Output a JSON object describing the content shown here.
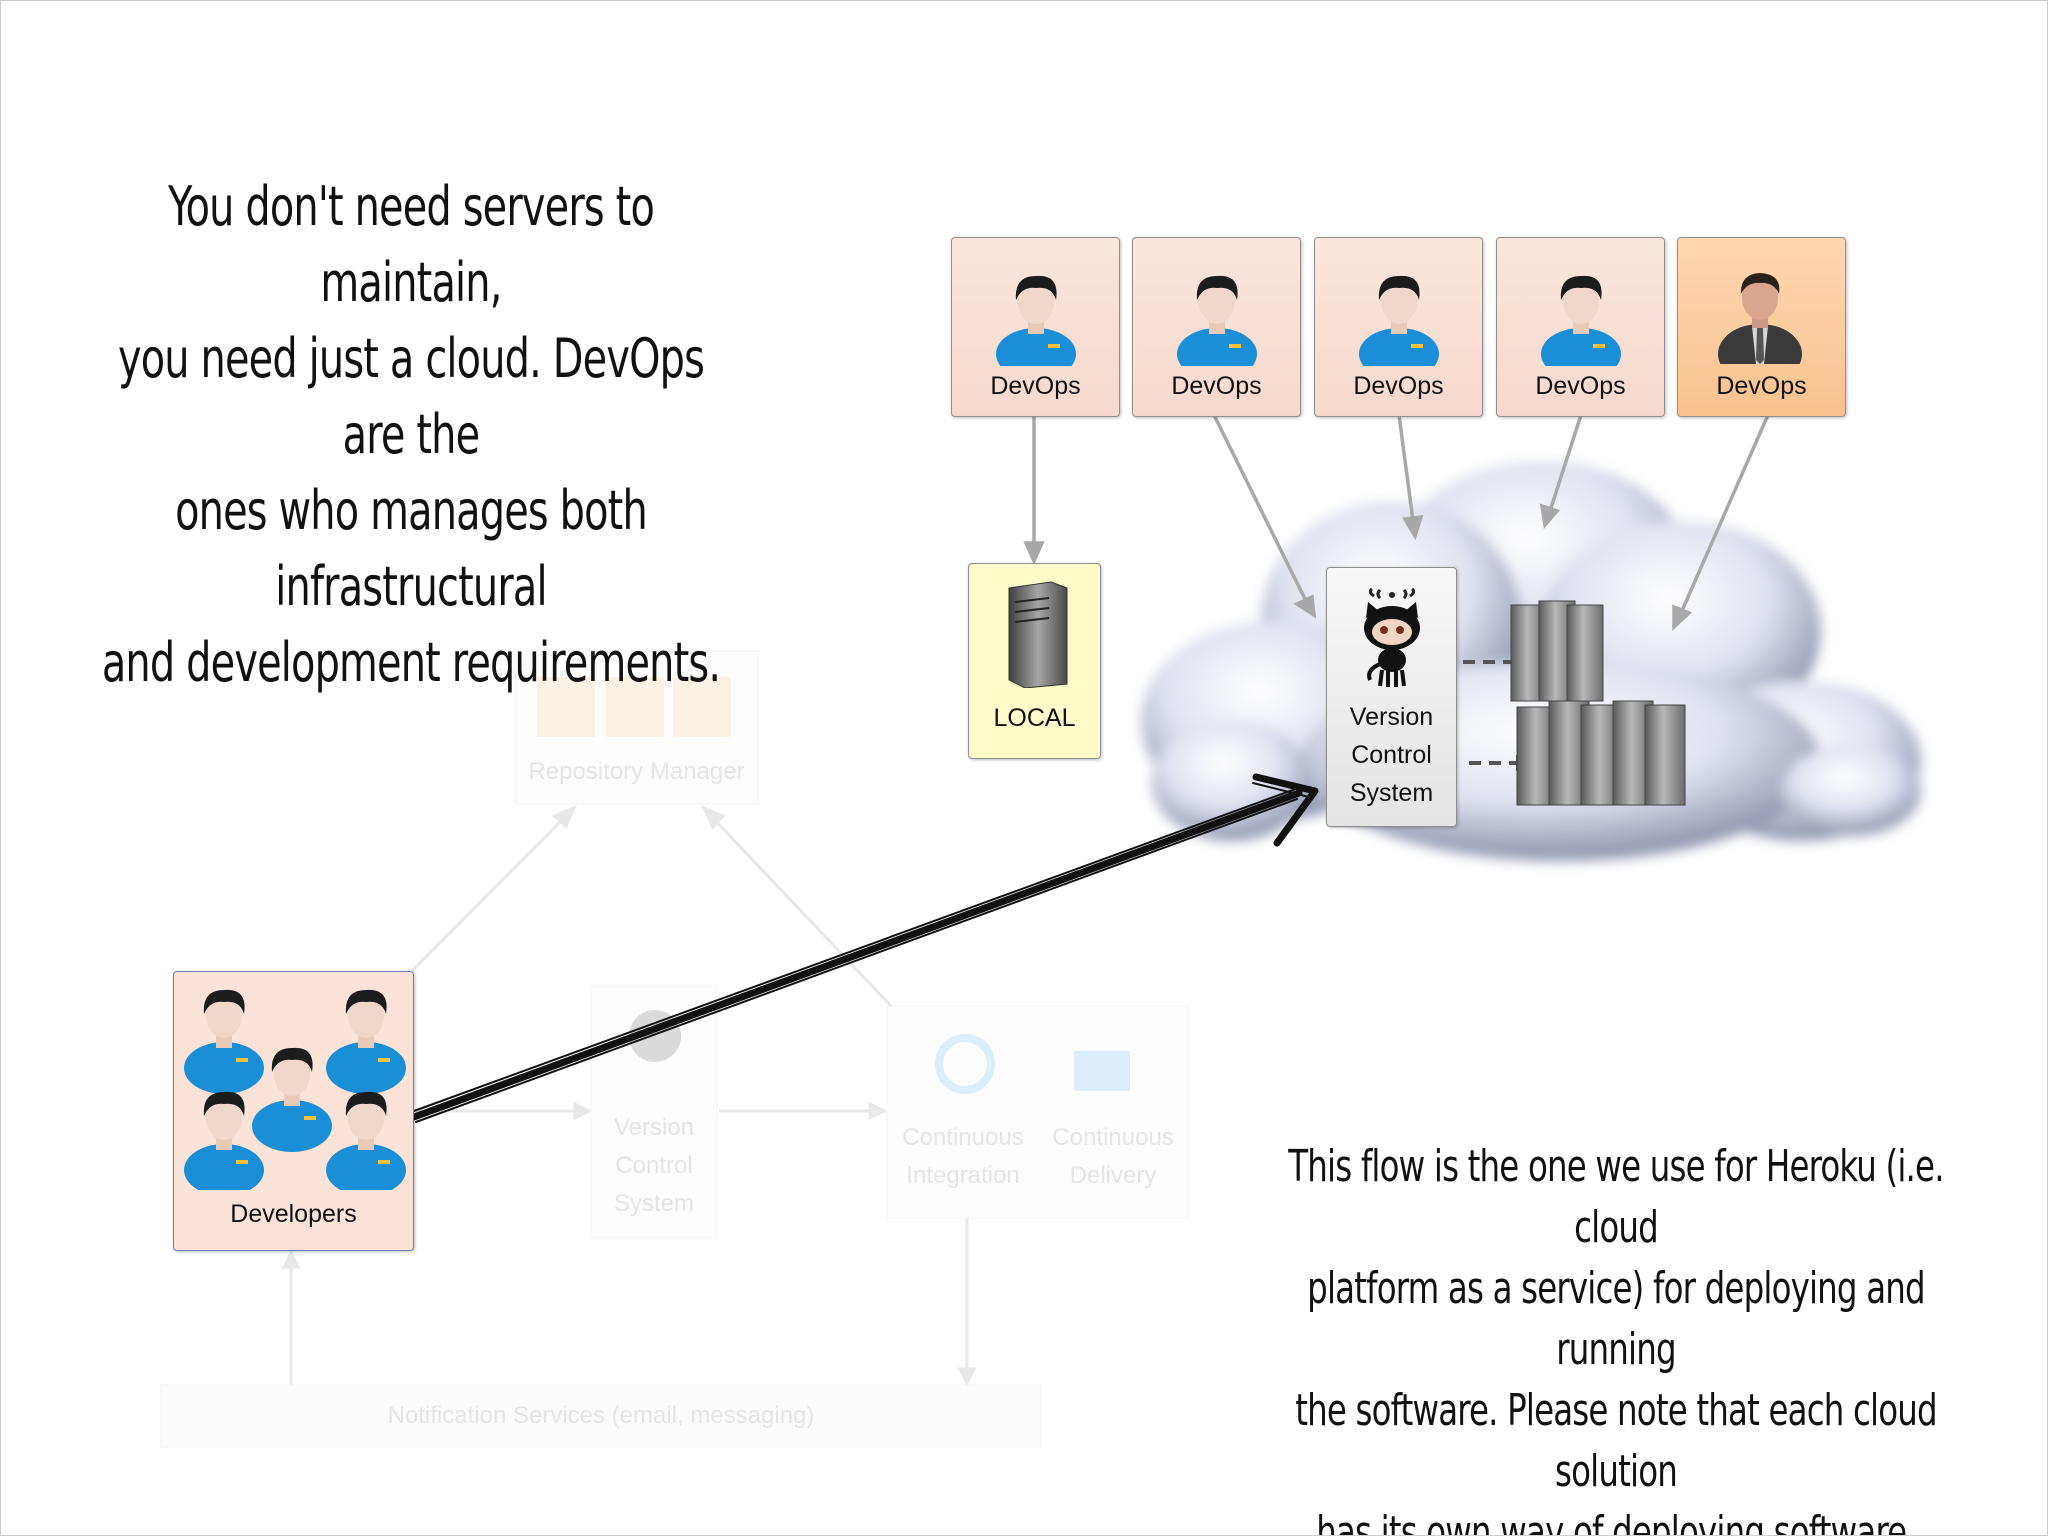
{
  "intro_text": {
    "line1": "You don't need servers to maintain,",
    "line2": "you need just a cloud. DevOps are the",
    "line3": "ones who manages both infrastructural",
    "line4": "and development requirements."
  },
  "caption_text": {
    "line1": "This flow is the one we use for Heroku (i.e. cloud",
    "line2": "platform as a service) for deploying and running",
    "line3": "the software. Please note that each cloud solution",
    "line4": "has its own way of deploying software."
  },
  "devops_cards": [
    {
      "label": "DevOps",
      "icon": "developer-person-icon"
    },
    {
      "label": "DevOps",
      "icon": "developer-person-icon"
    },
    {
      "label": "DevOps",
      "icon": "developer-person-icon"
    },
    {
      "label": "DevOps",
      "icon": "developer-person-icon"
    },
    {
      "label": "DevOps",
      "icon": "manager-person-icon"
    }
  ],
  "local": {
    "label": "LOCAL",
    "icon": "server-tower-icon"
  },
  "vcs": {
    "line1": "Version",
    "line2": "Control",
    "line3": "System",
    "icon": "octocat-icon"
  },
  "developers": {
    "label": "Developers",
    "icon": "developer-group-icon"
  },
  "faded_background": {
    "repository_manager": "Repository Manager",
    "vcs_line1": "Version",
    "vcs_line2": "Control",
    "vcs_line3": "System",
    "ci_line1": "Continuous",
    "ci_line2": "Integration",
    "cd_line1": "Continuous",
    "cd_line2": "Delivery",
    "notification": "Notification Services (email, messaging)"
  },
  "colors": {
    "devops_card": "#f7dcd0",
    "boss_card": "#fbcb9a",
    "local_card": "#fdfbc9",
    "developers_card": "#fbe3d8",
    "shirt_blue": "#1a8fd8",
    "arrow_gray": "#a8a8a8",
    "arrow_black": "#111111"
  }
}
